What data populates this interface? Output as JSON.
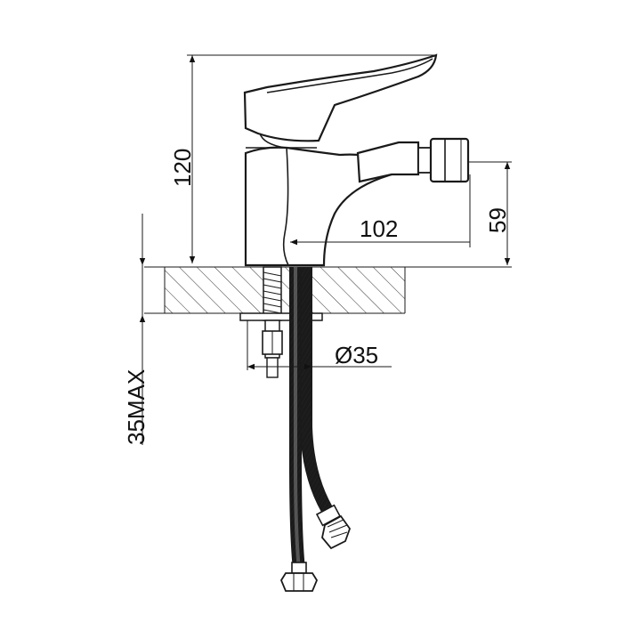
{
  "dimensions": {
    "height": "120",
    "spout_reach": "102",
    "outlet_height": "59",
    "hole_diameter": "Ø35",
    "max_thickness": "35MAX"
  },
  "colors": {
    "line": "#1a1a1a",
    "background": "#ffffff"
  }
}
